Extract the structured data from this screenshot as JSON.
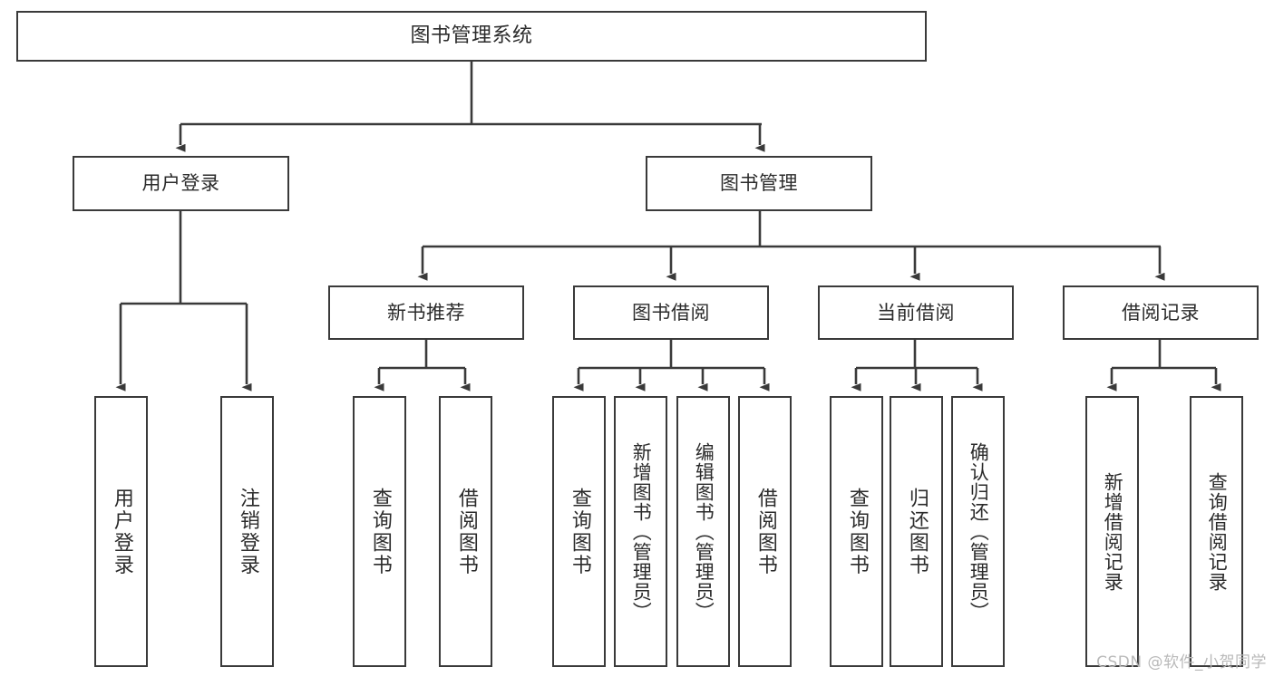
{
  "diagram": {
    "title": "图书管理系统",
    "watermark": "CSDN @软件_小贺同学",
    "colors": {
      "background": "#ffffff",
      "node_border": "#3a3a3a",
      "node_fill": "#ffffff",
      "edge": "#3a3a3a",
      "text": "#2b2b2b",
      "watermark": "#b9b9b9"
    },
    "nodes": {
      "root": "图书管理系统",
      "user_login": "用户登录",
      "book_manage": "图书管理",
      "new_book_recommend": "新书推荐",
      "book_borrow": "图书借阅",
      "current_borrow": "当前借阅",
      "borrow_record": "借阅记录",
      "leaf_user_login": "用户登录",
      "leaf_logout_login": "注销登录",
      "leaf_query_book_1": "查询图书",
      "leaf_borrow_book_1": "借阅图书",
      "leaf_query_book_2": "查询图书",
      "leaf_add_book_admin": "新增图书（管理员）",
      "leaf_edit_book_admin": "编辑图书（管理员）",
      "leaf_borrow_book_2": "借阅图书",
      "leaf_query_book_3": "查询图书",
      "leaf_return_book": "归还图书",
      "leaf_confirm_return_admin": "确认归还（管理员）",
      "leaf_add_borrow_record": "新增借阅记录",
      "leaf_query_borrow_record": "查询借阅记录"
    }
  }
}
